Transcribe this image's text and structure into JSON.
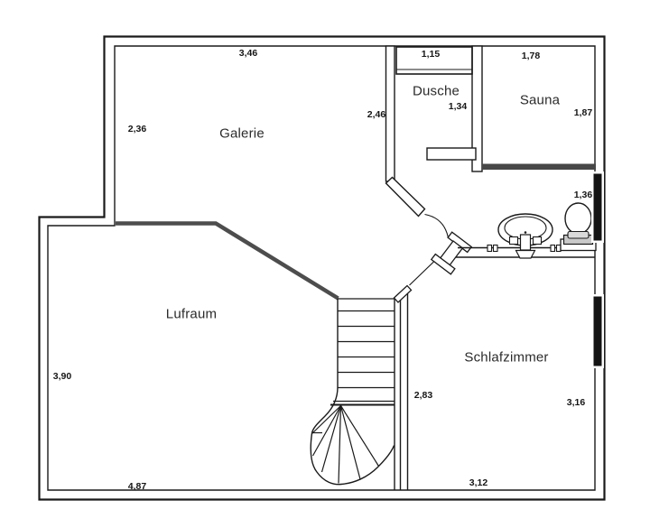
{
  "plan": {
    "title": "floor-plan-upper-level",
    "rooms": {
      "galerie": {
        "label": "Galerie"
      },
      "dusche": {
        "label": "Dusche"
      },
      "sauna": {
        "label": "Sauna"
      },
      "lufraum": {
        "label": "Lufraum"
      },
      "schlafzimmer": {
        "label": "Schlafzimmer"
      }
    },
    "dimensions": {
      "galerie_top": "3,46",
      "galerie_left": "2,36",
      "galerie_right": "2,46",
      "dusche_top": "1,15",
      "dusche_right": "1,34",
      "sauna_top": "1,78",
      "sauna_right": "1,87",
      "bath_right": "1,36",
      "schlafzimmer_left": "2,83",
      "schlafzimmer_right": "3,16",
      "schlafzimmer_bottom": "3,12",
      "lufraum_left": "3,90",
      "lufraum_bottom": "4,87"
    },
    "fixtures": [
      "shower-tray-icon",
      "bench-icon",
      "sink-icon",
      "toilet-icon",
      "stairs-icon",
      "window-bar-icon"
    ],
    "colors": {
      "wall_line": "#1a1a1a",
      "railing": "#4d4d4d",
      "sauna_wall": "#474747",
      "window_fill": "#141414",
      "fixture_gray": "#cccccc",
      "background": "#ffffff"
    }
  }
}
